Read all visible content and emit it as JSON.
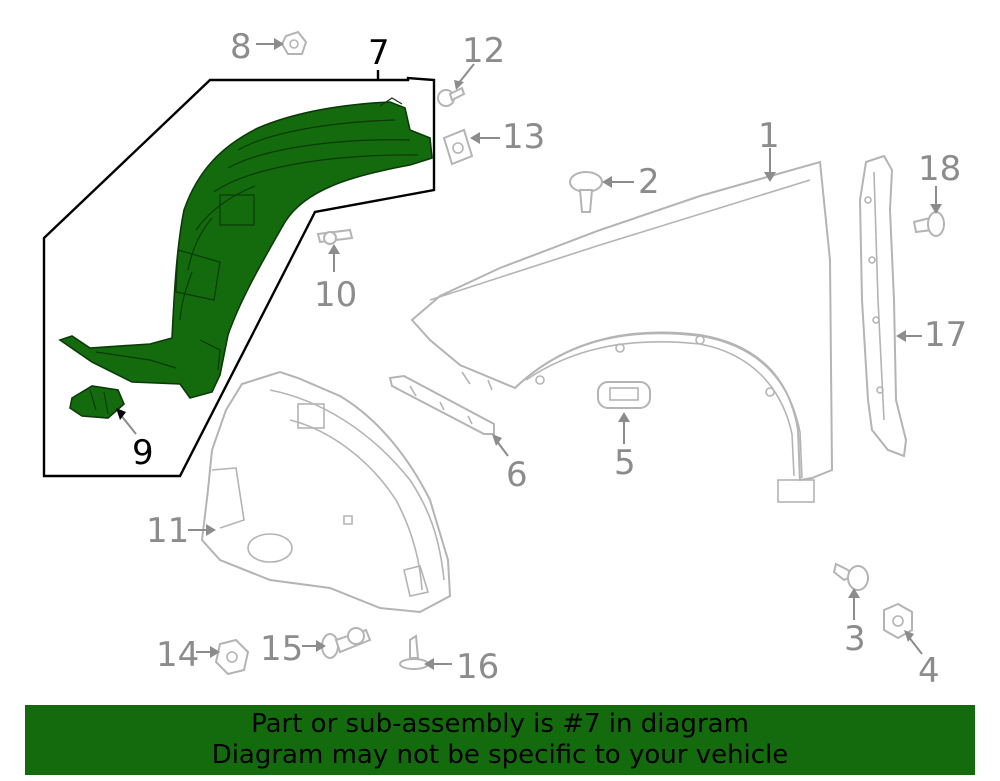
{
  "diagram": {
    "callouts": [
      {
        "id": "1",
        "label": "1"
      },
      {
        "id": "2",
        "label": "2"
      },
      {
        "id": "3",
        "label": "3"
      },
      {
        "id": "4",
        "label": "4"
      },
      {
        "id": "5",
        "label": "5"
      },
      {
        "id": "6",
        "label": "6"
      },
      {
        "id": "7",
        "label": "7"
      },
      {
        "id": "8",
        "label": "8"
      },
      {
        "id": "9",
        "label": "9"
      },
      {
        "id": "10",
        "label": "10"
      },
      {
        "id": "11",
        "label": "11"
      },
      {
        "id": "12",
        "label": "12"
      },
      {
        "id": "13",
        "label": "13"
      },
      {
        "id": "14",
        "label": "14"
      },
      {
        "id": "15",
        "label": "15"
      },
      {
        "id": "16",
        "label": "16"
      },
      {
        "id": "17",
        "label": "17"
      },
      {
        "id": "18",
        "label": "18"
      }
    ],
    "highlight_part": "7"
  },
  "colors": {
    "highlight": "#146b0e",
    "banner_bg": "#146b0e",
    "outline": "#b4b4b4",
    "callout_text": "#8c8c8c"
  },
  "banner": {
    "line1": "Part or sub-assembly is #7 in diagram",
    "line2": "Diagram may not be specific to your vehicle"
  }
}
